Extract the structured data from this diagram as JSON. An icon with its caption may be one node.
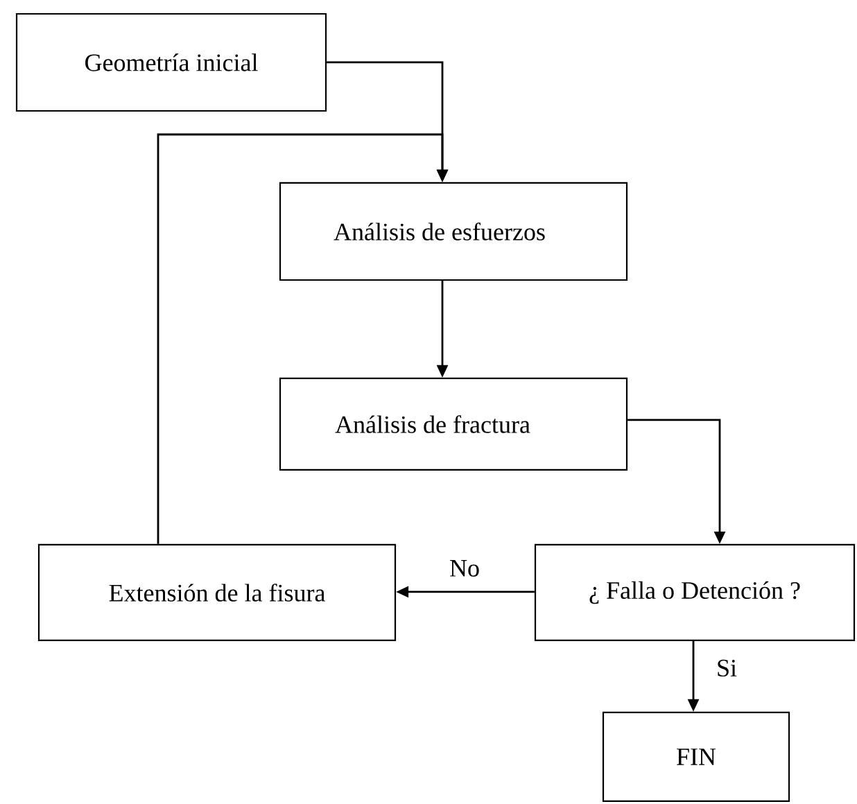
{
  "diagram": {
    "nodes": [
      {
        "text": [
          "Geometría inicial"
        ]
      },
      {
        "text": [
          "Análisis de esfuerzos"
        ]
      },
      {
        "text": [
          "Análisis de fractura"
        ]
      },
      {
        "text": [
          "¿ Falla o Detención ?"
        ]
      },
      {
        "text": [
          "Extensión de la fisura"
        ]
      },
      {
        "text": [
          "FIN"
        ]
      }
    ],
    "edges": [
      {
        "from": 0,
        "to": 1,
        "arrow": "to"
      },
      {
        "from": 4,
        "to": 1,
        "arrow": "to"
      },
      {
        "from": 1,
        "to": 2,
        "arrow": "to"
      },
      {
        "from": 2,
        "to": 3,
        "arrow": "to"
      },
      {
        "from": 3,
        "to": 4,
        "arrow": "to",
        "label": "No"
      },
      {
        "from": 3,
        "to": 5,
        "arrow": "to",
        "label": "Si"
      }
    ]
  }
}
